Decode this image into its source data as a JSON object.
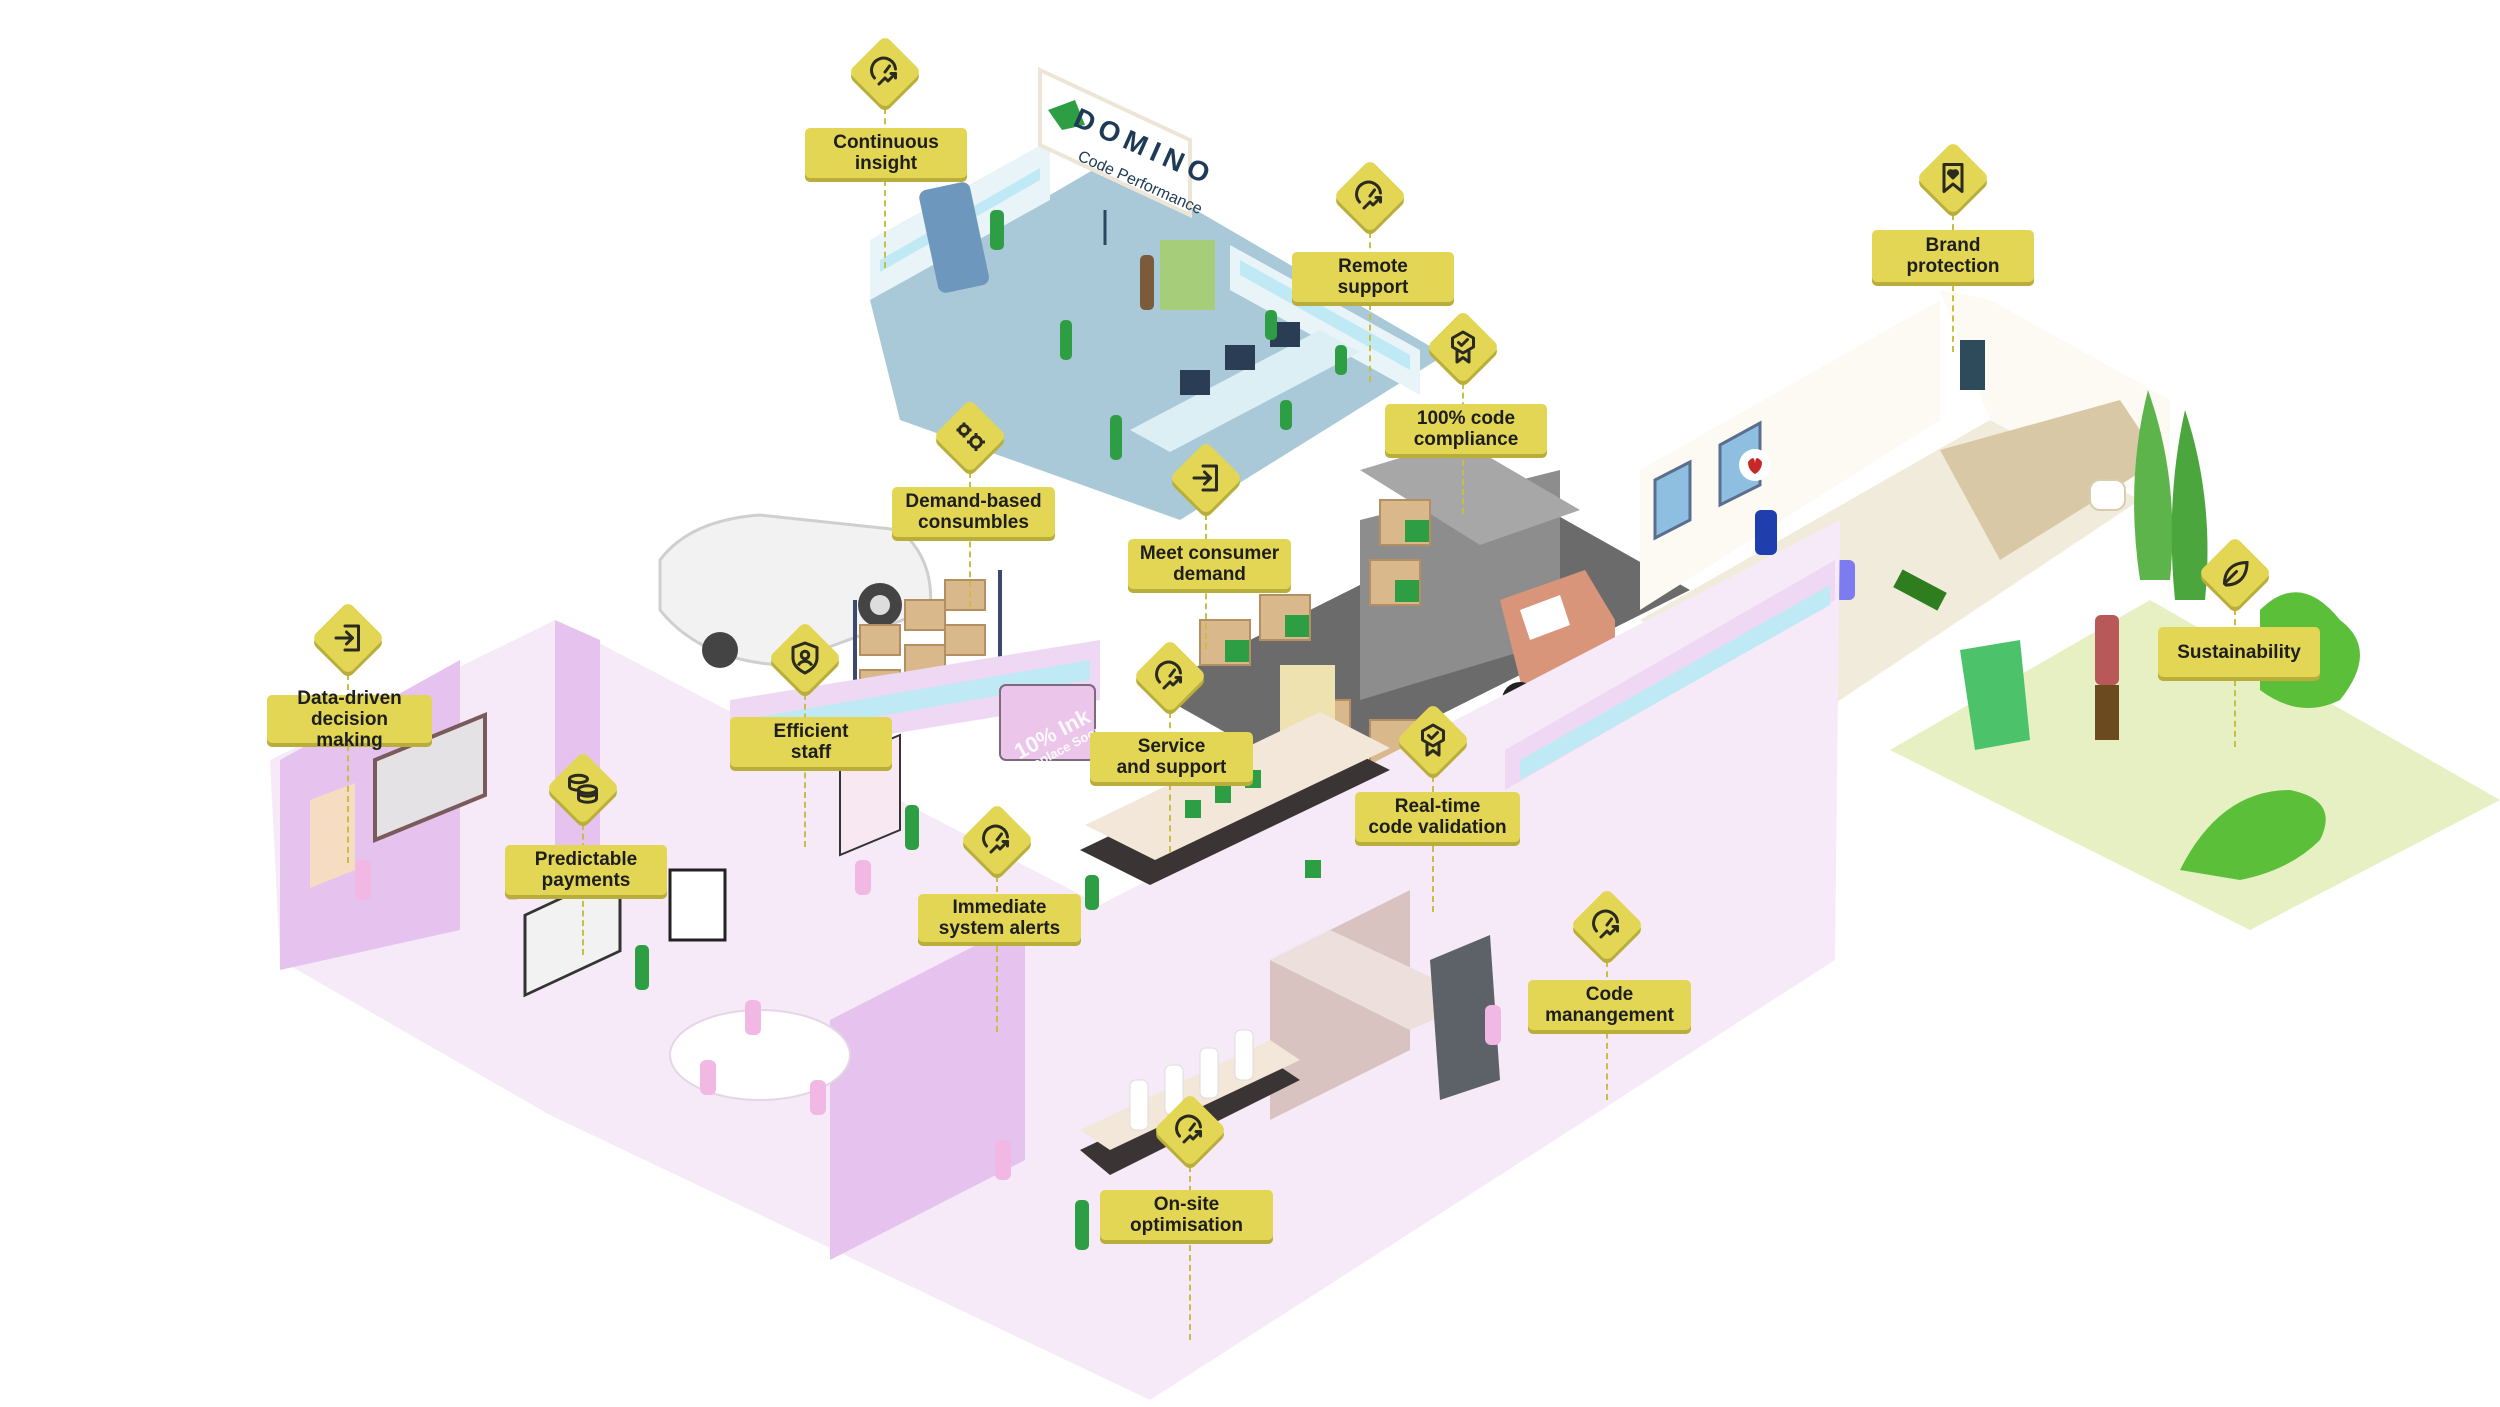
{
  "illustration": {
    "brand_logo": "DOMINO",
    "brand_subtitle": "Code Performance",
    "printer_screen": {
      "line1": "10% Ink",
      "line2": "Replace Soon"
    }
  },
  "colors": {
    "label_fill": "#E2D654",
    "label_shadow": "#B9AE3B",
    "label_text": "#1e1e1e",
    "leader_line": "#C9BE45",
    "office_floor": "#A9C8D8",
    "factory_floor": "#F7EAF8",
    "factory_wall": "#E8C4EE",
    "home_floor": "#F1EBDB",
    "garden": "#E6F0C2",
    "brand_green": "#2E9E45"
  },
  "hotspots": [
    {
      "id": "continuous-insight",
      "line1": "Continuous",
      "line2": "insight",
      "icon": "speedometer-growth-icon"
    },
    {
      "id": "remote-support",
      "line1": "Remote",
      "line2": "support",
      "icon": "speedometer-growth-icon"
    },
    {
      "id": "code-compliance",
      "line1": "100% code",
      "line2": "compliance",
      "icon": "award-badge-check-icon"
    },
    {
      "id": "demand-consumables",
      "line1": "Demand-based",
      "line2": "consumbles",
      "icon": "gears-icon"
    },
    {
      "id": "meet-demand",
      "line1": "Meet consumer",
      "line2": "demand",
      "icon": "enter-arrow-icon"
    },
    {
      "id": "brand-protection",
      "line1": "Brand",
      "line2": "protection",
      "icon": "bookmark-heart-icon"
    },
    {
      "id": "sustainability",
      "line1": "Sustainability",
      "line2": "",
      "icon": "leaf-icon"
    },
    {
      "id": "data-driven",
      "line1": "Data-driven",
      "line2": "decision making",
      "icon": "enter-arrow-icon"
    },
    {
      "id": "efficient-staff",
      "line1": "Efficient",
      "line2": "staff",
      "icon": "shield-person-icon"
    },
    {
      "id": "predictable-payments",
      "line1": "Predictable",
      "line2": "payments",
      "icon": "coins-icon"
    },
    {
      "id": "service-support",
      "line1": "Service",
      "line2": "and support",
      "icon": "speedometer-growth-icon"
    },
    {
      "id": "realtime-validation",
      "line1": "Real-time",
      "line2": "code validation",
      "icon": "award-badge-check-icon"
    },
    {
      "id": "system-alerts",
      "line1": "Immediate",
      "line2": "system alerts",
      "icon": "speedometer-growth-icon"
    },
    {
      "id": "code-management",
      "line1": "Code",
      "line2": "manangement",
      "icon": "speedometer-growth-icon"
    },
    {
      "id": "onsite-optimisation",
      "line1": "On-site",
      "line2": "optimisation",
      "icon": "speedometer-growth-icon"
    }
  ]
}
